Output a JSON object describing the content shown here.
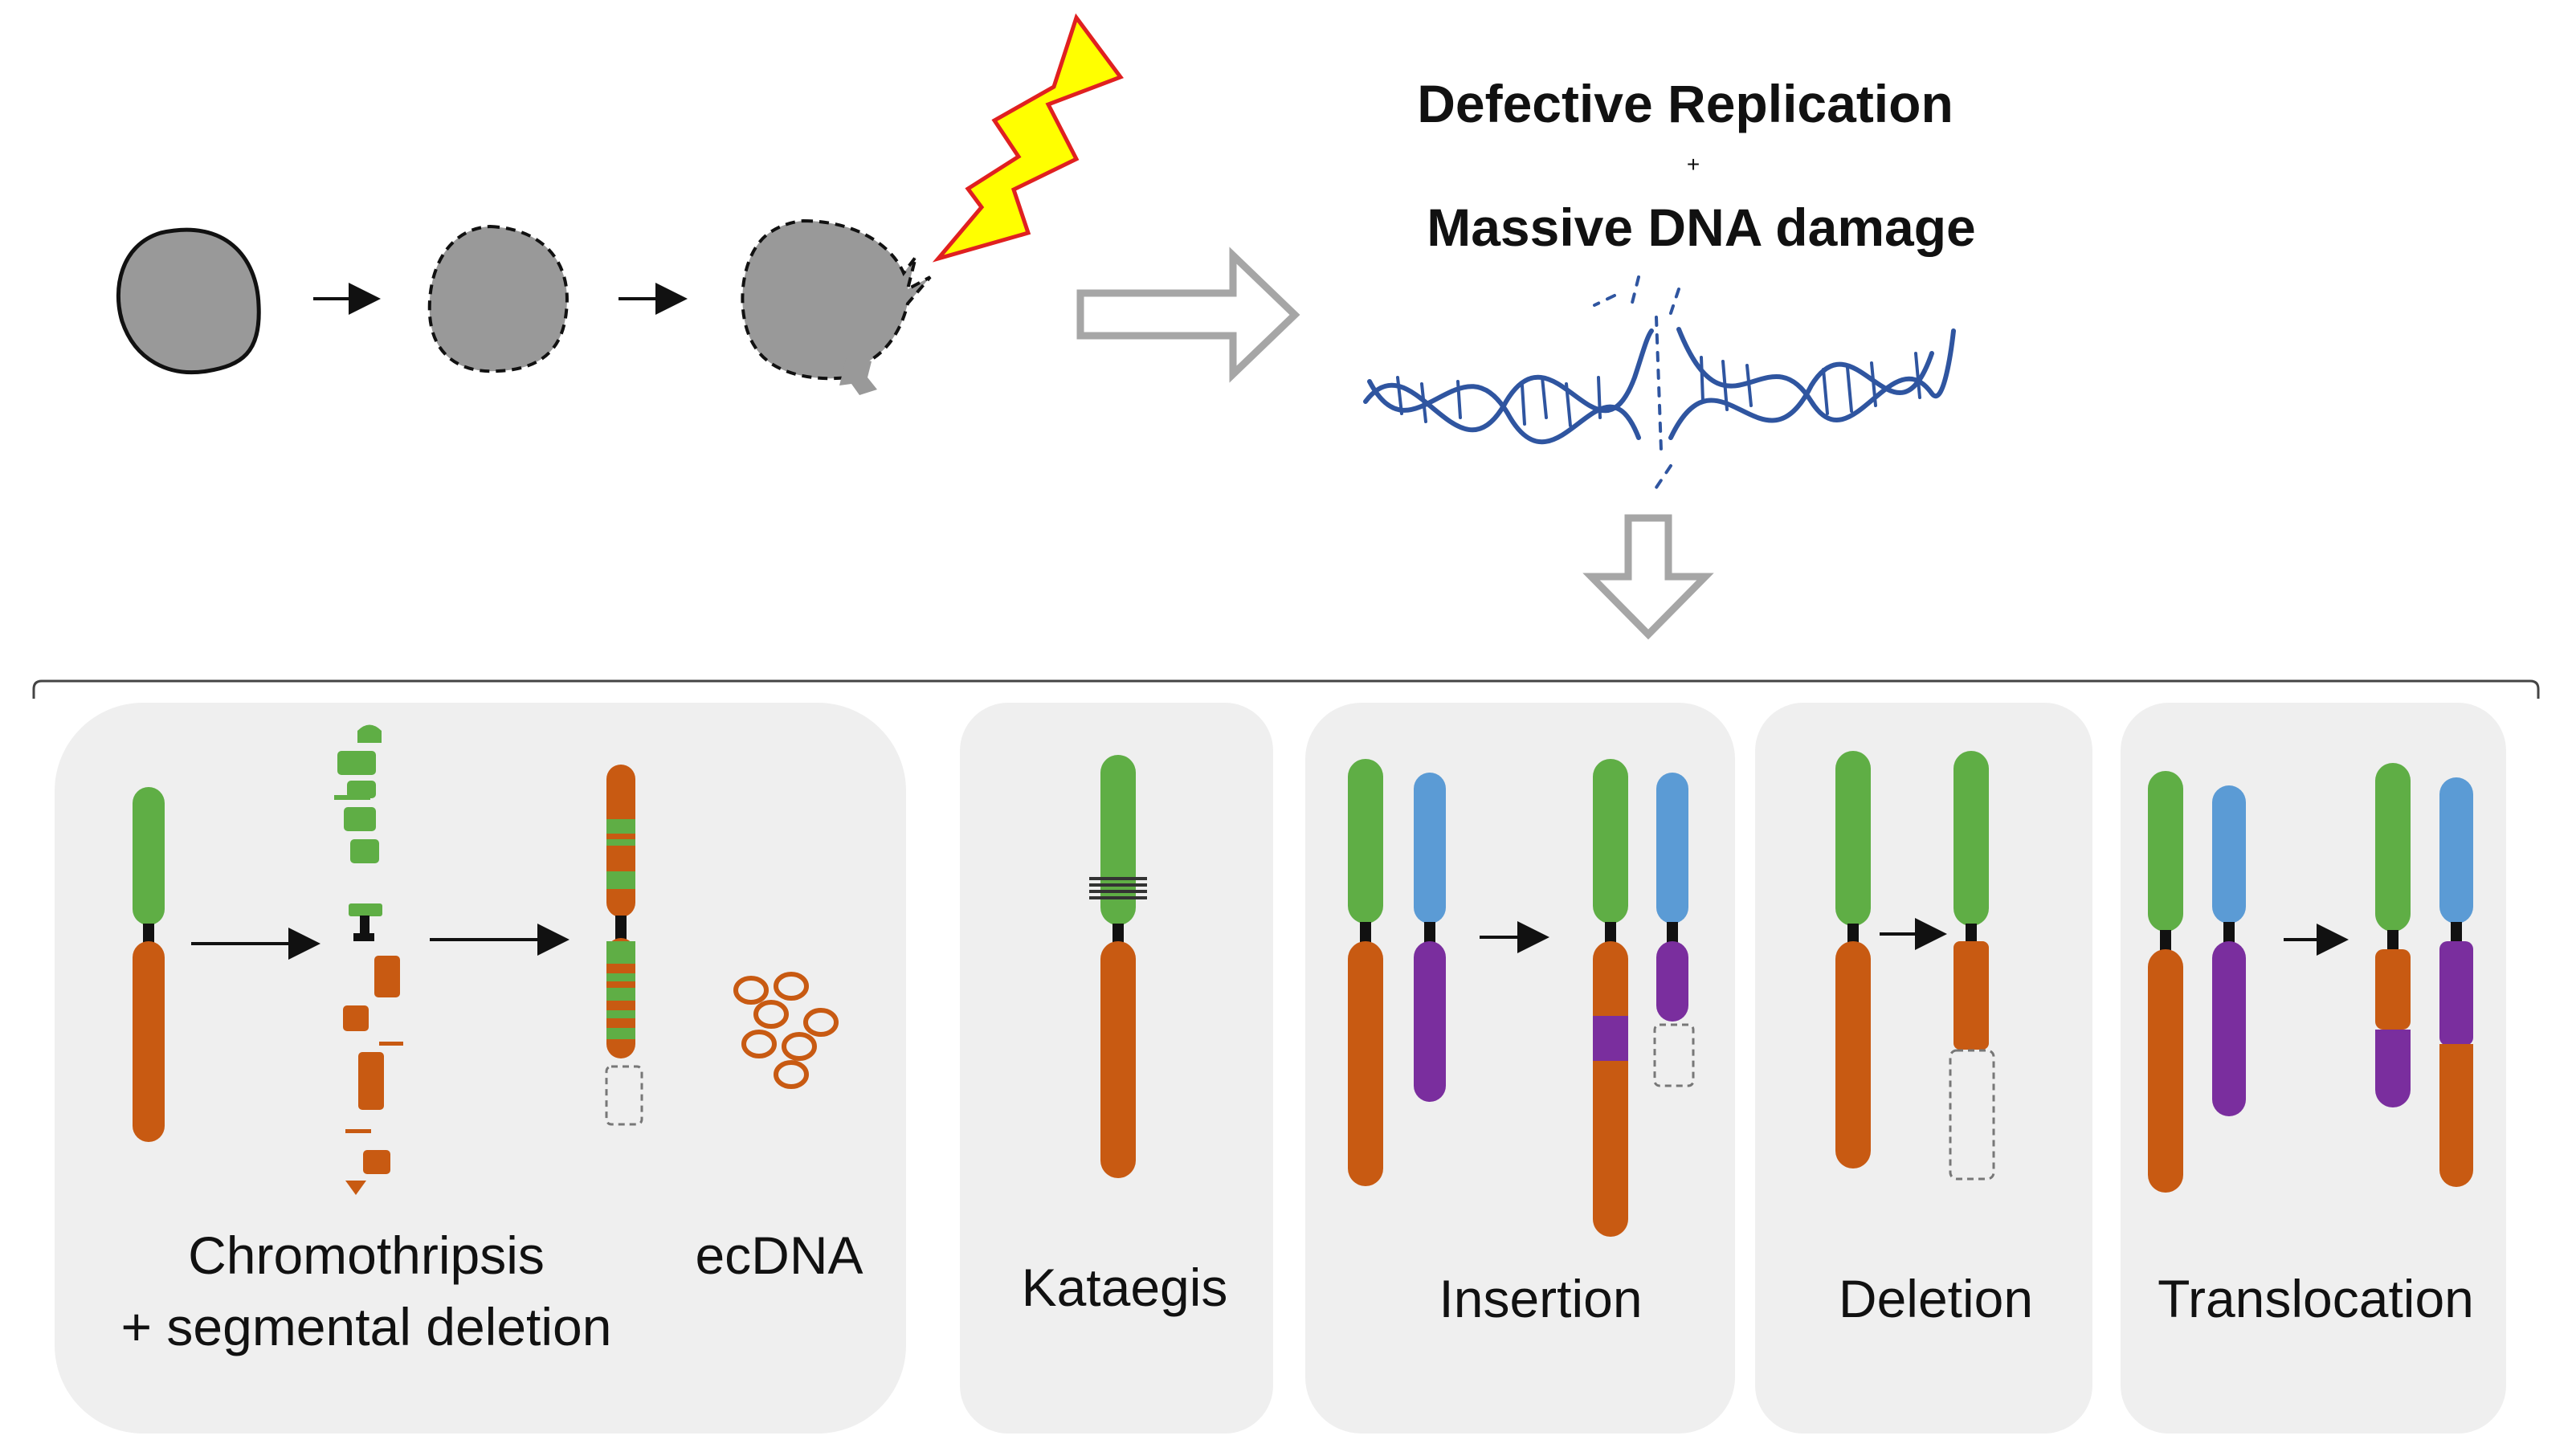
{
  "header": {
    "line1": "Defective Replication",
    "plus": "+",
    "line2": "Massive DNA damage"
  },
  "panels": [
    {
      "label_line1": "Chromothripsis",
      "label_line2": "+ segmental deletion"
    },
    {
      "label": "ecDNA"
    },
    {
      "label": "Kataegis"
    },
    {
      "label": "Insertion"
    },
    {
      "label": "Deletion"
    },
    {
      "label": "Translocation"
    }
  ],
  "colors": {
    "arm_green": "#5fae45",
    "arm_orange": "#c85a12",
    "arm_blue": "#5b9bd5",
    "arm_purple": "#7a2e9e",
    "centromere": "#111111",
    "panel_bg": "#efefef",
    "cell_gray": "#999999",
    "dna_blue": "#2f55a0",
    "bolt_yellow": "#ffff00",
    "bolt_red": "#e02020",
    "arrow_gray": "#a6a6a6"
  }
}
